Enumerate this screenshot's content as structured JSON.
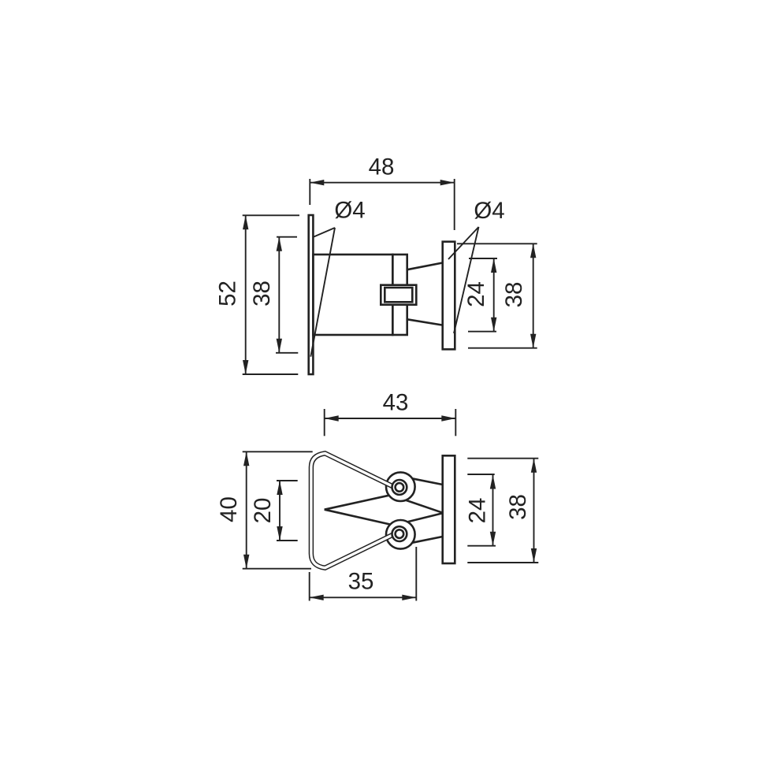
{
  "drawing": {
    "background": "#ffffff",
    "line_color": "#222222",
    "side_view": {
      "overall_width": "48",
      "flange_height": "52",
      "opening_height": "38",
      "hole_front": "Ø4",
      "hole_rear": "Ø4",
      "cone_width": "24",
      "plate_height": "38"
    },
    "top_view": {
      "depth": "43",
      "height": "40",
      "inner_spacing": "20",
      "clip_width": "35",
      "cone_width": "24",
      "plate_height": "38"
    }
  }
}
